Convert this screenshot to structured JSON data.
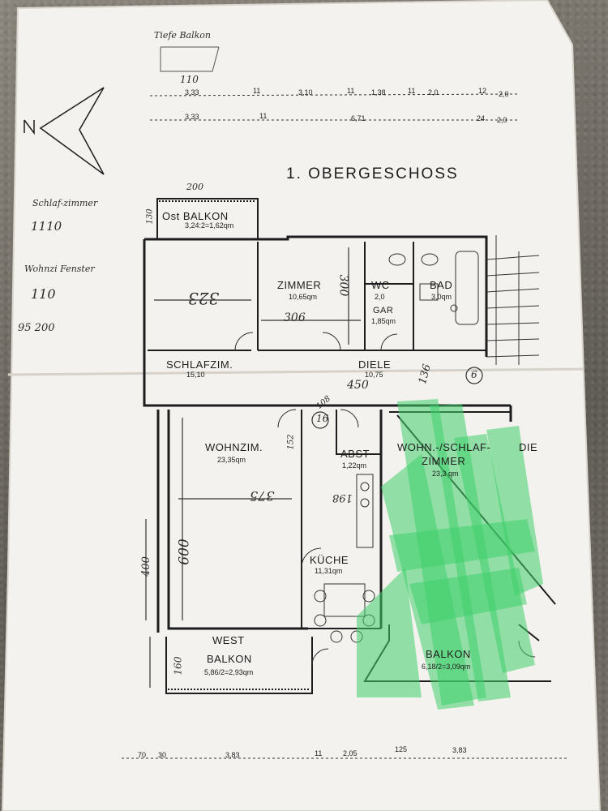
{
  "plan": {
    "title": "1. OBERGESCHOSS",
    "rooms": {
      "ost_balkon": {
        "name": "Ost BALKON",
        "area": "3,24:2=1,62qm"
      },
      "zimmer": {
        "name": "ZIMMER",
        "area": "10,65qm"
      },
      "wc": {
        "name": "WC",
        "area": "2,0"
      },
      "bad": {
        "name": "BAD",
        "area": "3,0qm"
      },
      "gar": {
        "name": "GAR",
        "area": "1,85qm"
      },
      "schlafzim": {
        "name": "SCHLAFZIM.",
        "area": "15,10"
      },
      "diele": {
        "name": "DIELE",
        "area": "10,75"
      },
      "wohnzim": {
        "name": "WOHNZIM.",
        "area": "23,35qm"
      },
      "abst": {
        "name": "ABST",
        "area": "1,22qm"
      },
      "wohn_schlaf": {
        "name_1": "WOHN.-/SCHLAF-",
        "name_2": "ZIMMER",
        "area": "23,3 qm",
        "extra": "DIE"
      },
      "kueche": {
        "name": "KÜCHE",
        "area": "11,31qm"
      },
      "west_balkon": {
        "name_1": "WEST",
        "name_2": "BALKON",
        "area": "5,86/2=2,93qm"
      },
      "balkon": {
        "name": "BALKON",
        "area": "6,18/2=3,09qm"
      }
    },
    "top_dims_row1": [
      "3,33",
      "11",
      "3,10",
      "11",
      "1,38",
      "11",
      "2,0",
      "12",
      "2,0"
    ],
    "top_dims_row2": [
      "3,33",
      "11",
      "6,71",
      "24",
      "2,0"
    ],
    "bottom_dims": [
      "70",
      "30",
      "3,83",
      "11",
      "2,05",
      "125",
      "3,83"
    ]
  },
  "handwriting": {
    "top_note": "Tiefe Balkon",
    "top_note_dim": "110",
    "left_label_1": "Schlaf-zimmer",
    "left_value_1": "1110",
    "left_label_2": "Wohnzi Fenster",
    "left_value_2": "110",
    "left_value_3": "95 200",
    "dim_200": "200",
    "dim_130": "130",
    "dim_323": "323",
    "dim_300": "300",
    "dim_306": "306",
    "dim_136": "136",
    "dim_450": "450",
    "dim_375": "375",
    "dim_600": "600",
    "dim_400": "400",
    "dim_160": "160",
    "dim_198": "198",
    "dim_152": "152",
    "dim_108": "108",
    "mark_6": "6",
    "mark_16": "16"
  },
  "colors": {
    "paper": "#f4f2ee",
    "ink": "#1d1d1d",
    "highlight": "#3fcf6b"
  }
}
